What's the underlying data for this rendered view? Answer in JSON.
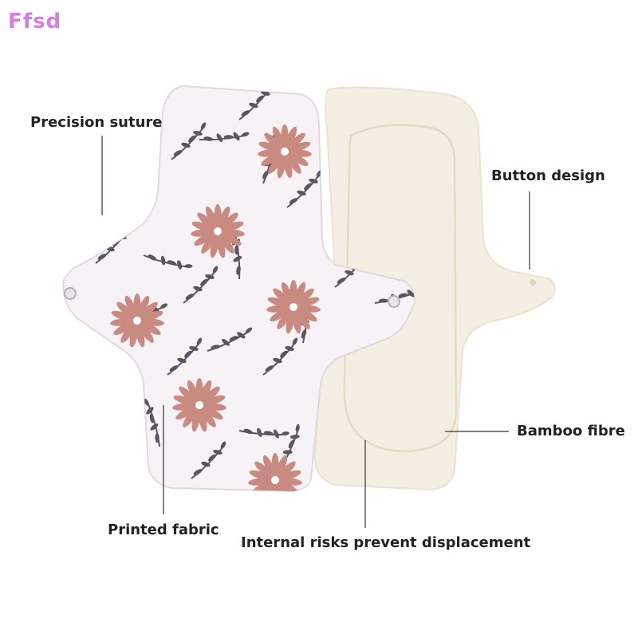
{
  "brand": {
    "name": "Ffsd",
    "color": "#d97be0"
  },
  "labels": {
    "precision_suture": "Precision suture",
    "button_design": "Button design",
    "bamboo_fibre": "Bamboo fibre",
    "printed_fabric": "Printed fabric",
    "internal_risks": "Internal risks prevent displacement"
  },
  "colors": {
    "print_background": "#f7f2f6",
    "leaf": "#5a5560",
    "flower": "#c98a82",
    "bamboo_liner": "#f4efe2",
    "callout_line": "#333333"
  }
}
